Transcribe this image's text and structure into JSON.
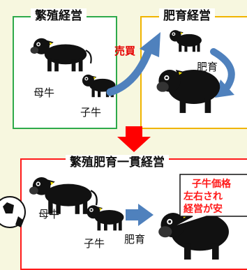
{
  "top_left": {
    "title": "繁殖経営",
    "cow_label": "母牛",
    "calf_label": "子牛"
  },
  "sale_label": "売買",
  "top_right": {
    "title": "肥育経営",
    "fattening_label": "肥育"
  },
  "bottom": {
    "title": "繁殖肥育一貫経営",
    "cow_label": "母牛",
    "calf_label": "子牛",
    "fattening_label": "肥育"
  },
  "callout": {
    "lines": [
      "子牛価格",
      "左右され",
      "経営が安"
    ]
  },
  "colors": {
    "green_frame": "#2eaa4a",
    "orange_frame": "#f0b400",
    "red_frame": "#ff1a1a",
    "blue_arrow": "#4f81bd",
    "red_arrow": "#ff0000",
    "cattle": "#111111",
    "ear_tag": "#f5e000"
  }
}
